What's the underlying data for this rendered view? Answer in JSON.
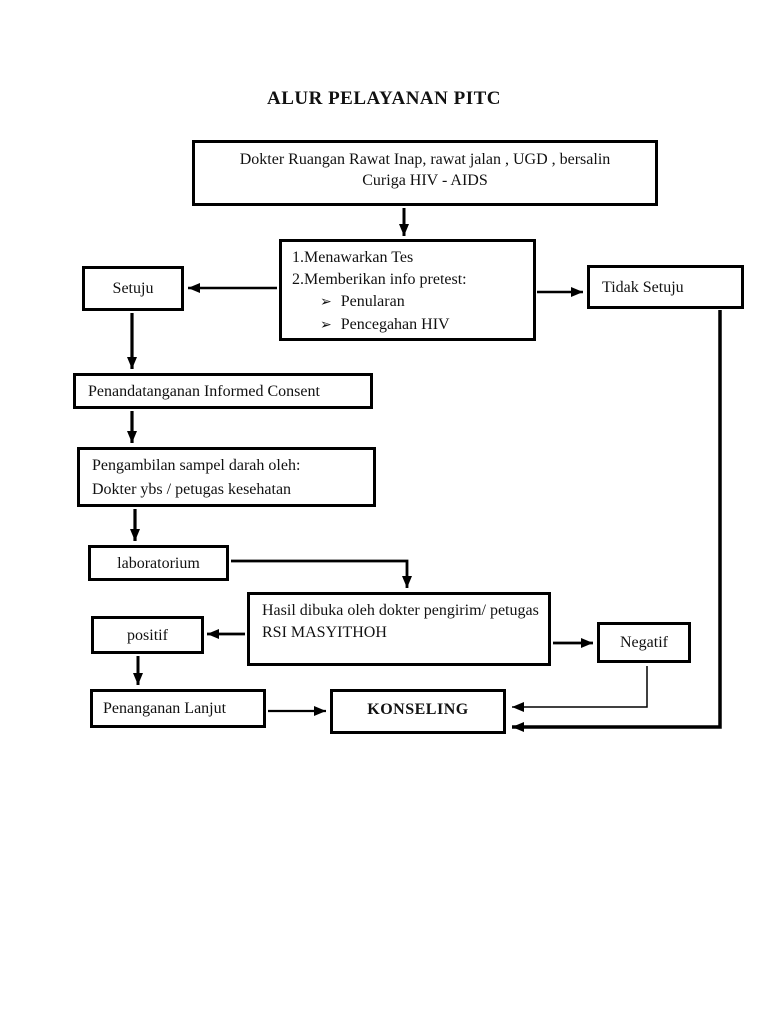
{
  "page": {
    "title": "ALUR PELAYANAN PITC"
  },
  "colors": {
    "line": "#000000",
    "text": "#111111",
    "background": "#ffffff"
  },
  "nodes": {
    "referral": {
      "lines": [
        "Dokter Ruangan Rawat Inap, rawat jalan , UGD , bersalin",
        "Curiga HIV - AIDS"
      ]
    },
    "offer": {
      "lines": [
        "1.Menawarkan Tes",
        "2.Memberikan info pretest:"
      ],
      "bullet": "➢",
      "items": [
        "Penularan",
        "Pencegahan HIV"
      ]
    },
    "setuju": {
      "label": "Setuju"
    },
    "tidak_setuju": {
      "label": "Tidak Setuju"
    },
    "consent": {
      "label": "Penandatanganan Informed Consent"
    },
    "sample": {
      "lines": [
        "Pengambilan sampel darah oleh:",
        "Dokter ybs / petugas kesehatan"
      ]
    },
    "lab": {
      "label": "laboratorium"
    },
    "hasil": {
      "lines": [
        "Hasil dibuka oleh dokter pengirim/ petugas",
        "RSI MASYITHOH"
      ]
    },
    "positif": {
      "label": "positif"
    },
    "negatif": {
      "label": "Negatif"
    },
    "penanganan": {
      "label": "Penanganan Lanjut"
    },
    "konseling": {
      "label": "KONSELING"
    }
  }
}
